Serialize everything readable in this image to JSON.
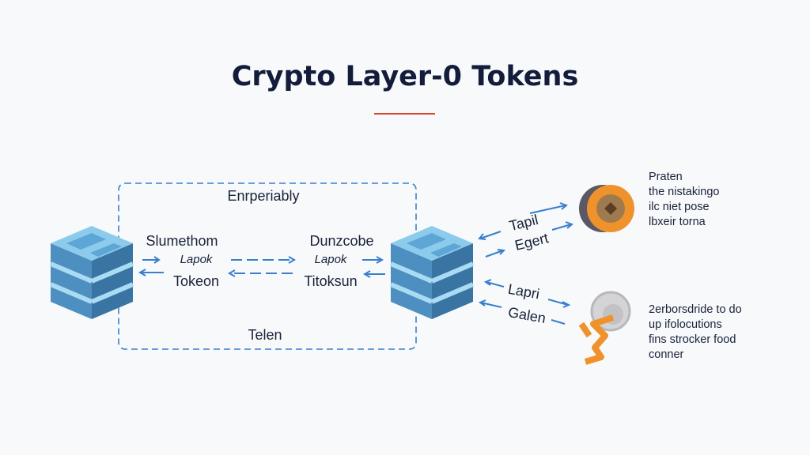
{
  "title": "Crypto Layer-0 Tokens",
  "colors": {
    "accent": "#d8452a",
    "arrow": "#3a7fcc",
    "cube": "#6fb0de",
    "coin": "#f0922b",
    "text": "#1a2238"
  },
  "box": {
    "top_label": "Enrperiably",
    "bottom_label": "Telen",
    "left_node": {
      "name": "Slumethom",
      "sub": "Lapok",
      "token": "Tokeon"
    },
    "right_node": {
      "name": "Dunzcobe",
      "sub": "Lapok",
      "token": "Titoksun"
    }
  },
  "upper_link": {
    "label1": "Tapil",
    "label2": "Egert"
  },
  "lower_link": {
    "label1": "Lapri",
    "label2": "Galen"
  },
  "upper_note": [
    "Praten",
    "the nistakingo",
    "ilc niet pose",
    "lbxeir torna"
  ],
  "lower_note": [
    "2erborsdride to do",
    "up ifolocutions",
    "fins strocker food",
    "conner"
  ],
  "icons": [
    "left-cube-icon",
    "right-cube-icon",
    "coin-icon",
    "runner-icon"
  ]
}
